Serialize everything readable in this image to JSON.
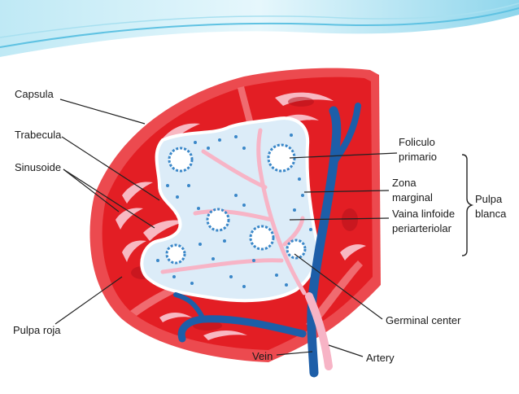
{
  "colors": {
    "red_pulp": "#e31e24",
    "red_pulp_dark": "#b5121b",
    "capsule": "#ec4a4f",
    "white_pulp": "#dcecf8",
    "artery": "#f7b4c6",
    "vein": "#1d5ea8",
    "lymphocyte": "#3a87c8",
    "header_wave": "#7fd0ea"
  },
  "labels": {
    "capsula": "Capsula",
    "trabecula": "Trabecula",
    "sinusoide": "Sinusoide",
    "pulpa_roja": "Pulpa roja",
    "foliculo_primario": "Foliculo\nprimario",
    "zona_marginal": "Zona\nmarginal",
    "vaina": "Vaina linfoide\nperiarteriolar",
    "pulpa_blanca": "Pulpa\nblanca",
    "germinal_center": "Germinal center",
    "vein": "Vein",
    "artery": "Artery"
  }
}
